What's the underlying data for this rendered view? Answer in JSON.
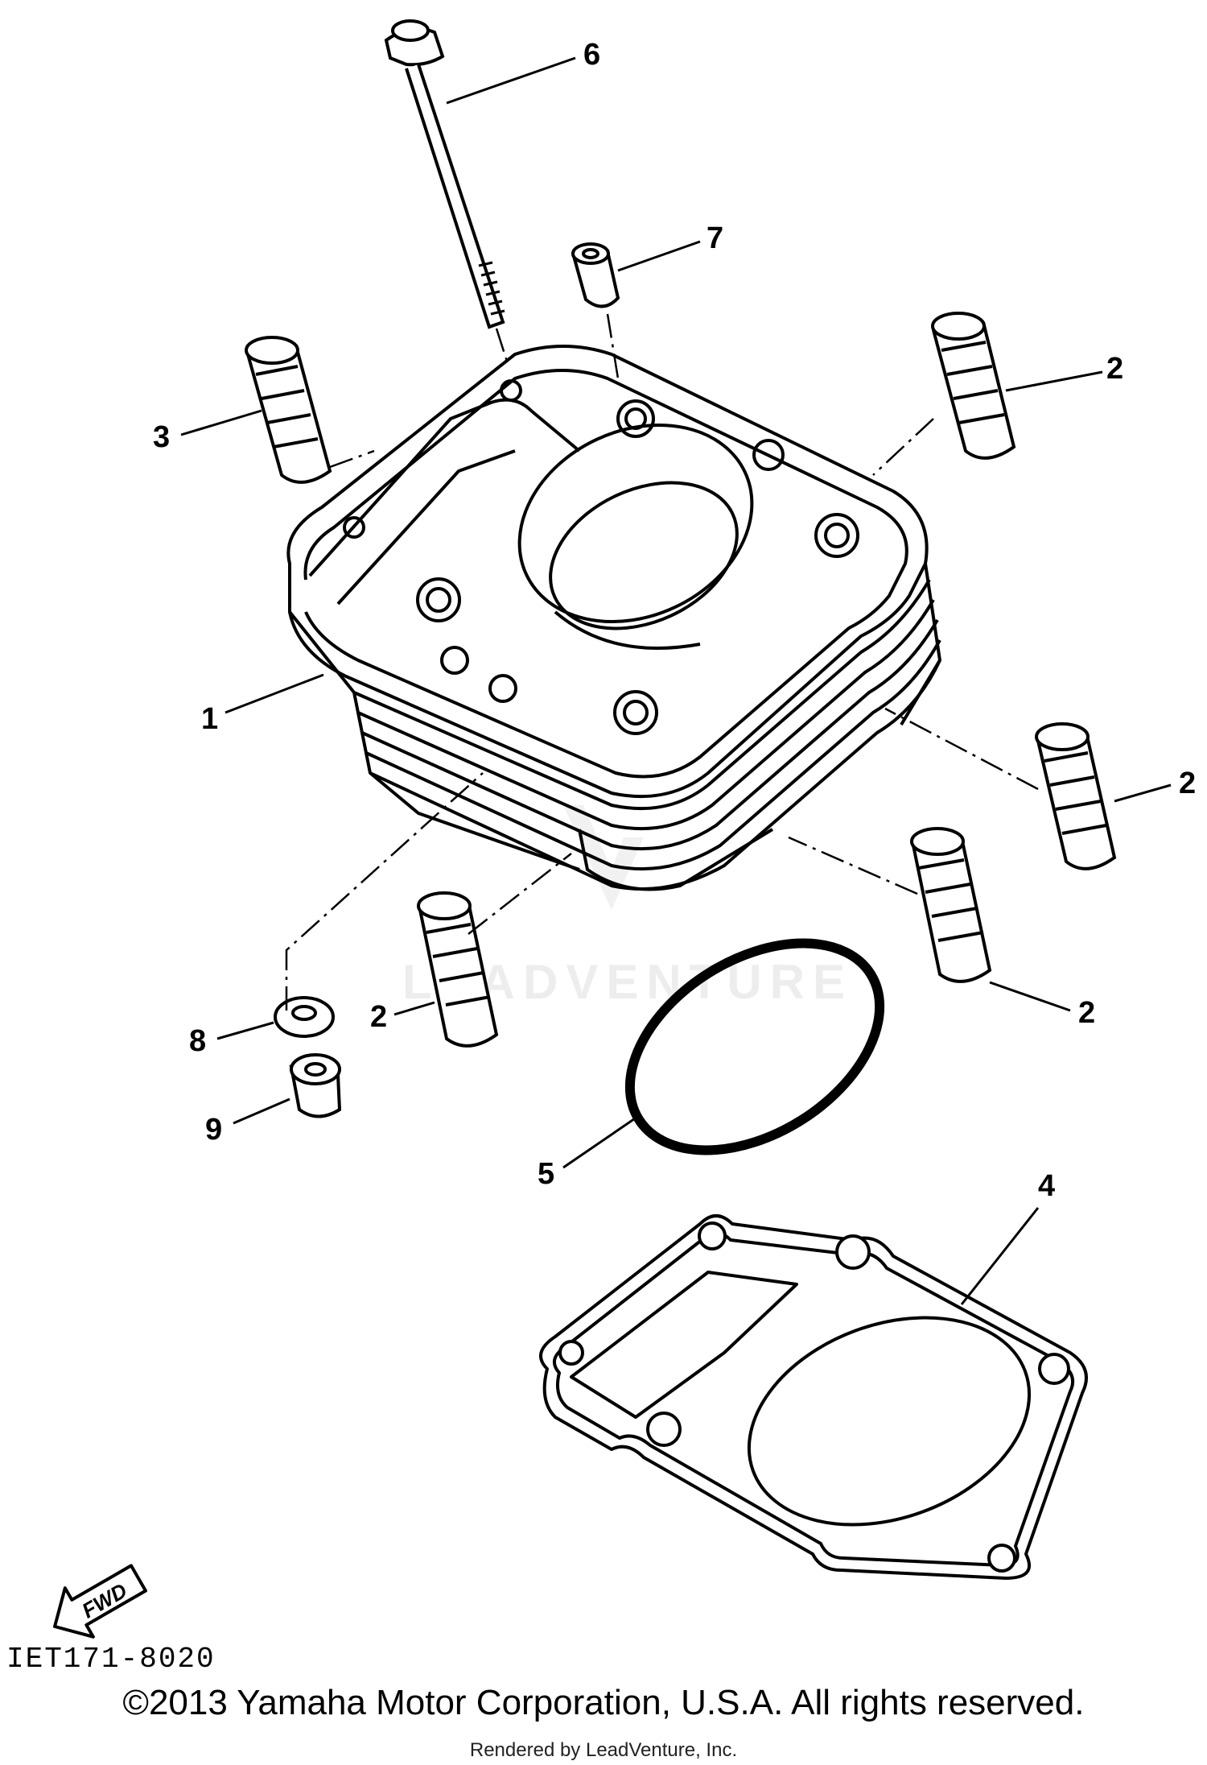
{
  "diagram": {
    "watermark": "LEADVENTURE",
    "fwd_label": "FWD",
    "callouts": [
      {
        "id": "c6",
        "label": "6"
      },
      {
        "id": "c7",
        "label": "7"
      },
      {
        "id": "c3",
        "label": "3"
      },
      {
        "id": "c2a",
        "label": "2"
      },
      {
        "id": "c1",
        "label": "1"
      },
      {
        "id": "c2b",
        "label": "2"
      },
      {
        "id": "c2c",
        "label": "2"
      },
      {
        "id": "c2d",
        "label": "2"
      },
      {
        "id": "c8",
        "label": "8"
      },
      {
        "id": "c9",
        "label": "9"
      },
      {
        "id": "c5",
        "label": "5"
      },
      {
        "id": "c4",
        "label": "4"
      }
    ]
  },
  "footer": {
    "part_code": "IET171-8020",
    "copyright": "©2013 Yamaha Motor Corporation, U.S.A. All rights reserved.",
    "rendered_by": "Rendered by LeadVenture, Inc."
  }
}
